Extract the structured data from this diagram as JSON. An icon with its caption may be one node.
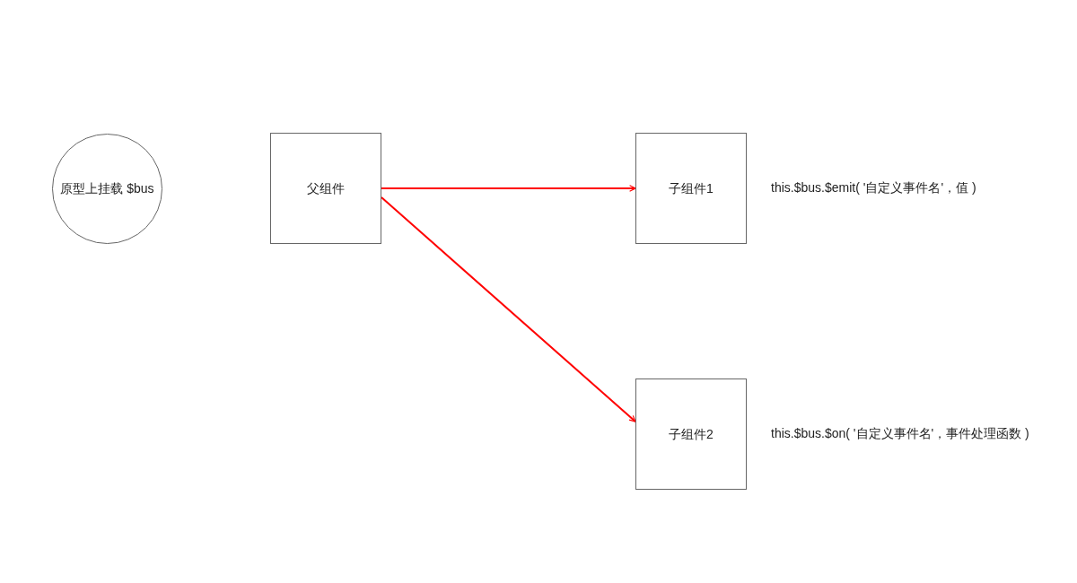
{
  "diagram": {
    "nodes": [
      {
        "text": [
          "原型上挂载 $bus"
        ]
      },
      {
        "text": [
          "父组件"
        ]
      },
      {
        "text": [
          "子组件1"
        ],
        "beside": [
          "this.$bus.$emit( '自定义事件名'，值 )"
        ]
      },
      {
        "text": [
          "子组件2"
        ],
        "beside": [
          "this.$bus.$on( '自定义事件名'，事件处理函数 )"
        ]
      }
    ],
    "edges": [
      {
        "from": 1,
        "to": 2,
        "arrow": "to"
      },
      {
        "from": 1,
        "to": 3,
        "arrow": "to"
      }
    ]
  }
}
